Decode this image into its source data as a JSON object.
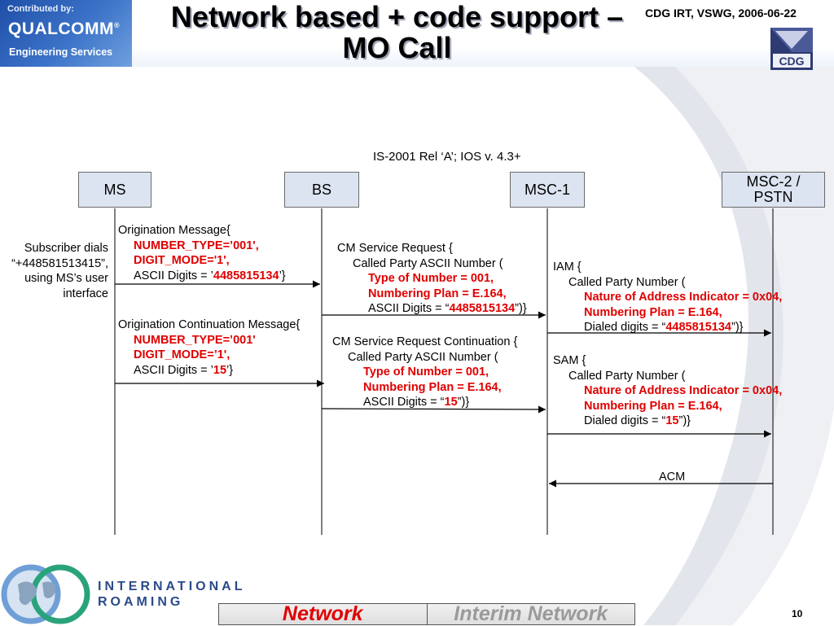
{
  "header": {
    "contributed_by": "Contributed by:",
    "company": "QUALCOMM",
    "company_mark": "®",
    "division": "Engineering Services",
    "title_line1": "Network based + code support –",
    "title_line2": "MO Call",
    "date": "CDG IRT, VSWG, 2006-06-22",
    "logo_text": "CDG"
  },
  "diagram": {
    "subtitle": "IS-2001 Rel ‘A’; IOS v. 4.3+",
    "nodes": [
      {
        "label": "MS"
      },
      {
        "label": "BS"
      },
      {
        "label": "MSC-1"
      },
      {
        "label_line1": "MSC-2 /",
        "label_line2": "PSTN"
      }
    ],
    "user_note": [
      "Subscriber dials",
      "“+448581513415”,",
      "using MS’s user",
      "interface"
    ],
    "messages": {
      "orig": {
        "line1": "Origination Message{",
        "line2": "NUMBER_TYPE=’001',",
        "line3": "DIGIT_MODE='1',",
        "line4_pre": "ASCII Digits = ’",
        "line4_val": "4485815134",
        "line4_post": "’}"
      },
      "cm_req": {
        "line1": "CM Service Request {",
        "line2": "Called Party ASCII Number (",
        "line3": "Type of Number = 001,",
        "line4": "Numbering Plan = E.164,",
        "line5_pre": "ASCII Digits = “",
        "line5_val": "4485815134",
        "line5_post": "”)}"
      },
      "iam": {
        "line1": "IAM {",
        "line2": "Called Party Number (",
        "line3": "Nature of Address Indicator = 0x04,",
        "line4": "Numbering Plan = E.164,",
        "line5_pre": "Dialed digits = “",
        "line5_val": "4485815134",
        "line5_post": "”)}"
      },
      "orig_cont": {
        "line1": "Origination Continuation Message{",
        "line2": "NUMBER_TYPE=’001'",
        "line3": "DIGIT_MODE=’1',",
        "line4_pre": "ASCII Digits = ’",
        "line4_val": "15",
        "line4_post": "’}"
      },
      "cm_cont": {
        "line1": "CM Service Request Continuation {",
        "line2": "Called Party ASCII Number (",
        "line3": "Type of Number = 001,",
        "line4": "Numbering Plan = E.164,",
        "line5_pre": "ASCII Digits = “",
        "line5_val": "15",
        "line5_post": "”)}"
      },
      "sam": {
        "line1": "SAM {",
        "line2": "Called Party Number (",
        "line3": "Nature of Address Indicator = 0x04,",
        "line4": "Numbering Plan = E.164,",
        "line5_pre": "Dialed digits = “",
        "line5_val": "15",
        "line5_post": "”)}"
      },
      "acm": {
        "line1": "ACM"
      }
    }
  },
  "footer": {
    "ir_line1": "INTERNATIONAL",
    "ir_line2": "ROAMING",
    "status_left": "Network",
    "status_right": "Interim Network",
    "page_number": "10"
  },
  "colors": {
    "highlight": "#e00000",
    "node_fill": "#dde4f1",
    "header_blue": "#1f4fa8"
  }
}
